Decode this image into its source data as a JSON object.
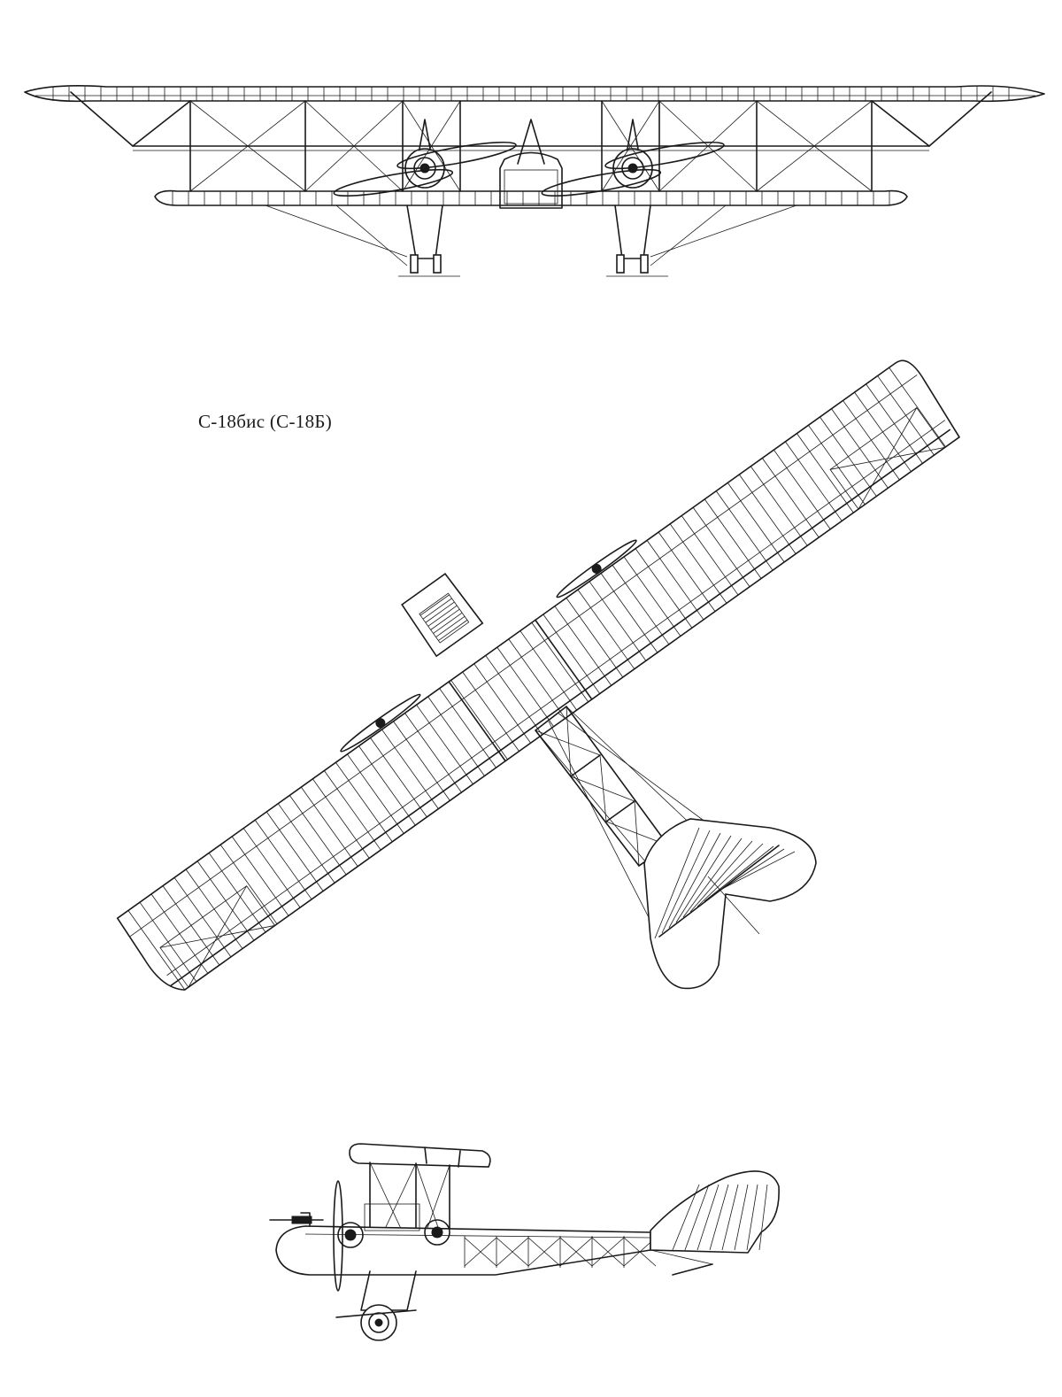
{
  "drawing": {
    "designation": "С-18бис (С-18Б)",
    "views": [
      "front-view",
      "top-view",
      "side-view"
    ],
    "line_color": "#1a1a1a",
    "background_color": "#ffffff"
  }
}
